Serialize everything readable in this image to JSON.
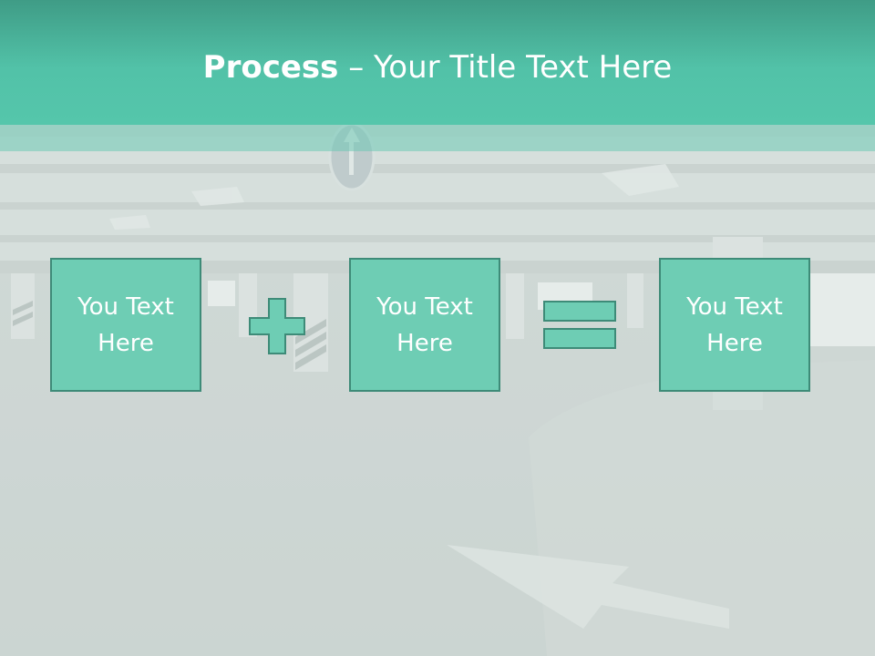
{
  "title": {
    "bold": "Process",
    "separator": " – ",
    "rest": "Your Title Text Here"
  },
  "boxes": [
    {
      "text": "You Text Here"
    },
    {
      "text": "You Text Here"
    },
    {
      "text": "You Text Here"
    }
  ],
  "operators": [
    "plus",
    "equals"
  ],
  "colors": {
    "title_band": "#55c6ab",
    "box_fill": "#6ecdb4",
    "box_border": "#3e8b78",
    "text": "#ffffff"
  }
}
